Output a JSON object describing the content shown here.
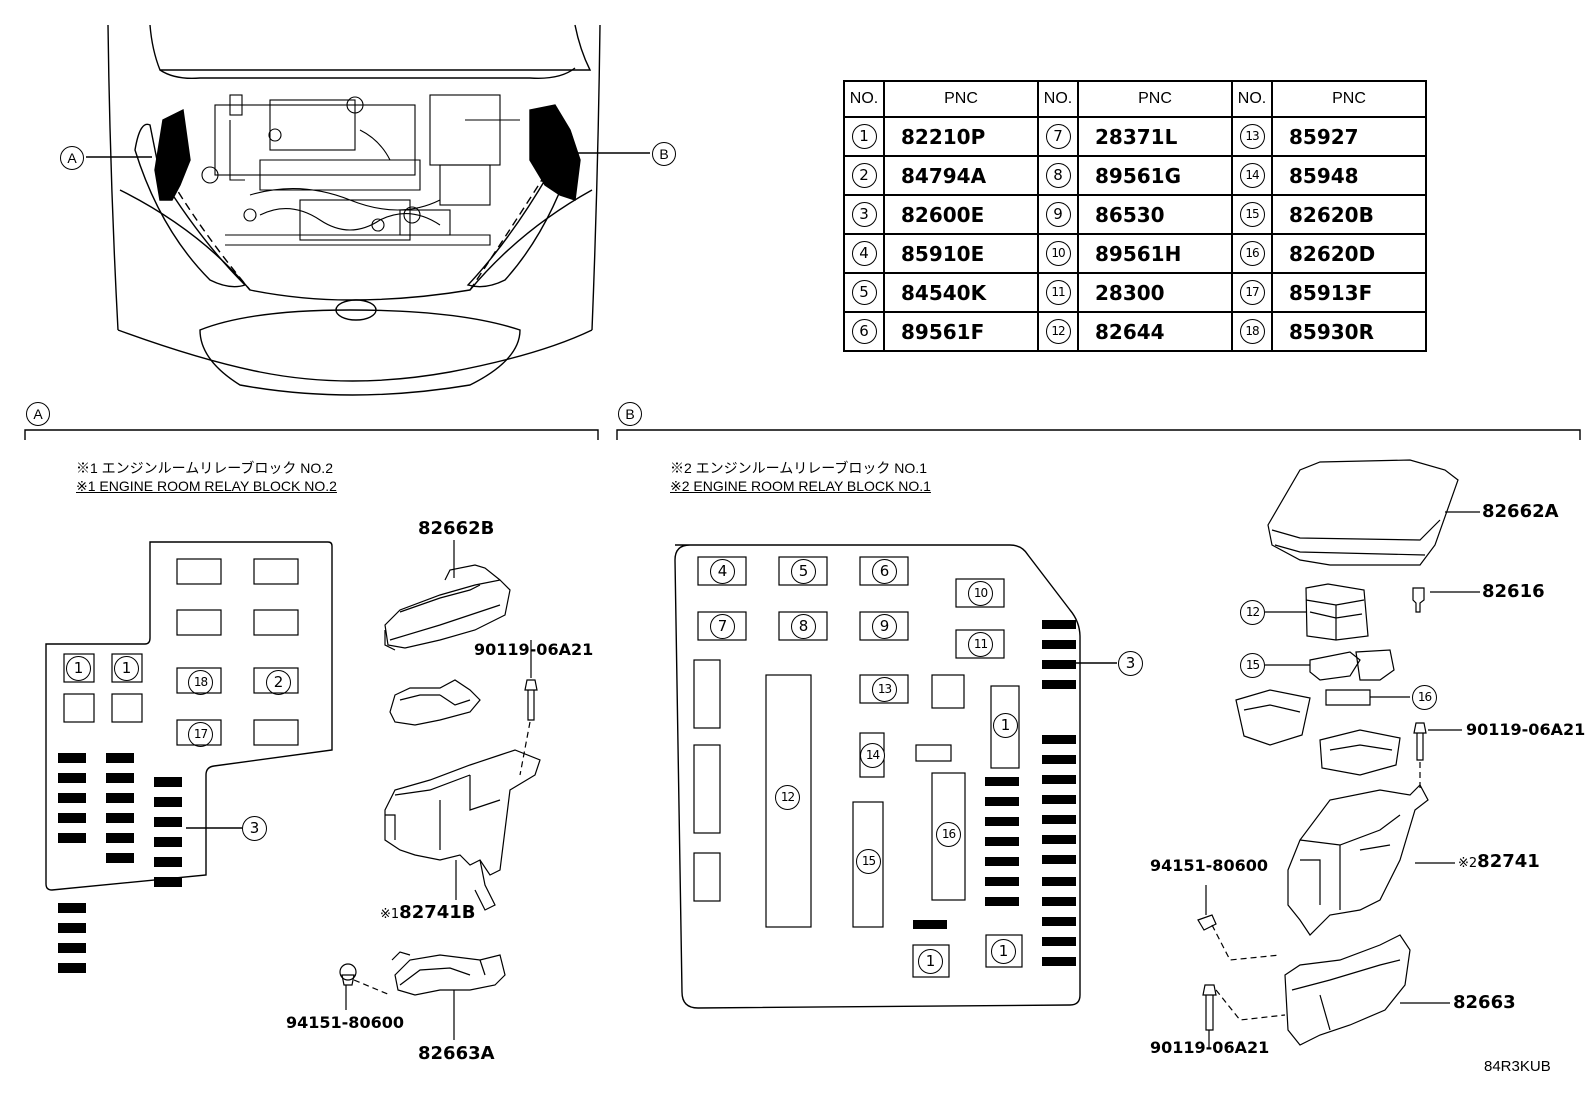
{
  "pnc_table": {
    "headers": [
      "NO.",
      "PNC",
      "NO.",
      "PNC",
      "NO.",
      "PNC"
    ],
    "rows": [
      [
        {
          "no": "1",
          "pnc": "82210P"
        },
        {
          "no": "7",
          "pnc": "28371L"
        },
        {
          "no": "13",
          "pnc": "85927"
        }
      ],
      [
        {
          "no": "2",
          "pnc": "84794A"
        },
        {
          "no": "8",
          "pnc": "89561G"
        },
        {
          "no": "14",
          "pnc": "85948"
        }
      ],
      [
        {
          "no": "3",
          "pnc": "82600E"
        },
        {
          "no": "9",
          "pnc": "86530"
        },
        {
          "no": "15",
          "pnc": "82620B"
        }
      ],
      [
        {
          "no": "4",
          "pnc": "85910E"
        },
        {
          "no": "10",
          "pnc": "89561H"
        },
        {
          "no": "16",
          "pnc": "82620D"
        }
      ],
      [
        {
          "no": "5",
          "pnc": "84540K"
        },
        {
          "no": "11",
          "pnc": "28300"
        },
        {
          "no": "17",
          "pnc": "85913F"
        }
      ],
      [
        {
          "no": "6",
          "pnc": "89561F"
        },
        {
          "no": "12",
          "pnc": "82644"
        },
        {
          "no": "18",
          "pnc": "85930R"
        }
      ]
    ]
  },
  "overview": {
    "marker_a": "A",
    "marker_b": "B"
  },
  "section_a": {
    "marker": "A",
    "title_jp": "※1 エンジンルームリレーブロック NO.2",
    "title_en": "※1 ENGINE ROOM RELAY BLOCK NO.2",
    "parts": {
      "cover": "82662B",
      "bolt": "90119-06A21",
      "block_prefix": "※1",
      "block": "82741B",
      "clip": "94151-80600",
      "lower": "82663A"
    },
    "callout": "3",
    "fuse_labels": [
      "1",
      "1",
      "18",
      "2",
      "17"
    ]
  },
  "section_b": {
    "marker": "B",
    "title_jp": "※2 エンジンルームリレーブロック NO.1",
    "title_en": "※2 ENGINE ROOM RELAY BLOCK NO.1",
    "parts": {
      "cover": "82662A",
      "pin": "82616",
      "bolt_top": "90119-06A21",
      "block_prefix": "※2",
      "block": "82741",
      "clip": "94151-80600",
      "lower": "82663",
      "bolt_bottom": "90119-06A21"
    },
    "callout": "3",
    "block_labels": [
      "4",
      "5",
      "6",
      "10",
      "7",
      "8",
      "9",
      "11",
      "13",
      "1",
      "14",
      "12",
      "16",
      "15",
      "1",
      "1"
    ],
    "exploded_callouts": [
      "12",
      "15",
      "16"
    ]
  },
  "diagram_code": "84R3KUB"
}
